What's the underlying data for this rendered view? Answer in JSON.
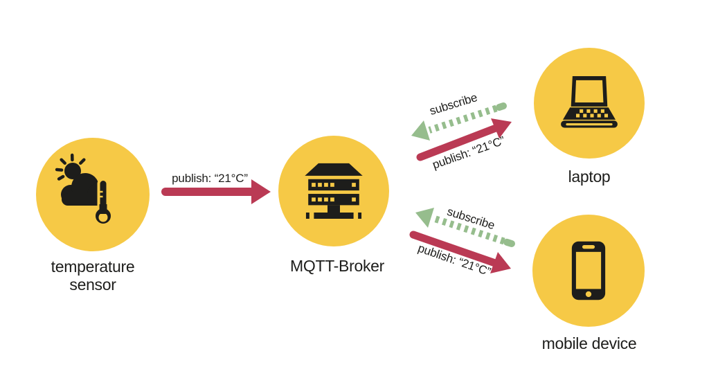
{
  "colors": {
    "node_fill": "#F6C946",
    "publish": "#BA3A54",
    "subscribe": "#96BD8D",
    "ink": "#1D1D1B",
    "background": "#FFFFFF"
  },
  "nodes": {
    "sensor": {
      "label_line1": "temperature",
      "label_line2": "sensor",
      "icon": "weather-temperature-icon"
    },
    "broker": {
      "label": "MQTT-Broker",
      "icon": "server-icon"
    },
    "laptop": {
      "label": "laptop",
      "icon": "laptop-icon"
    },
    "mobile": {
      "label": "mobile device",
      "icon": "smartphone-icon"
    }
  },
  "edges": {
    "sensor_to_broker_publish": {
      "type": "publish",
      "from": "temperature sensor",
      "to": "MQTT-Broker",
      "label": "publish: “21°C”"
    },
    "laptop_to_broker_subscribe": {
      "type": "subscribe",
      "from": "laptop",
      "to": "MQTT-Broker",
      "label": "subscribe"
    },
    "broker_to_laptop_publish": {
      "type": "publish",
      "from": "MQTT-Broker",
      "to": "laptop",
      "label": "publish: “21°C”"
    },
    "mobile_to_broker_subscribe": {
      "type": "subscribe",
      "from": "mobile device",
      "to": "MQTT-Broker",
      "label": "subscribe"
    },
    "broker_to_mobile_publish": {
      "type": "publish",
      "from": "MQTT-Broker",
      "to": "mobile device",
      "label": "publish: “21°C”"
    }
  }
}
